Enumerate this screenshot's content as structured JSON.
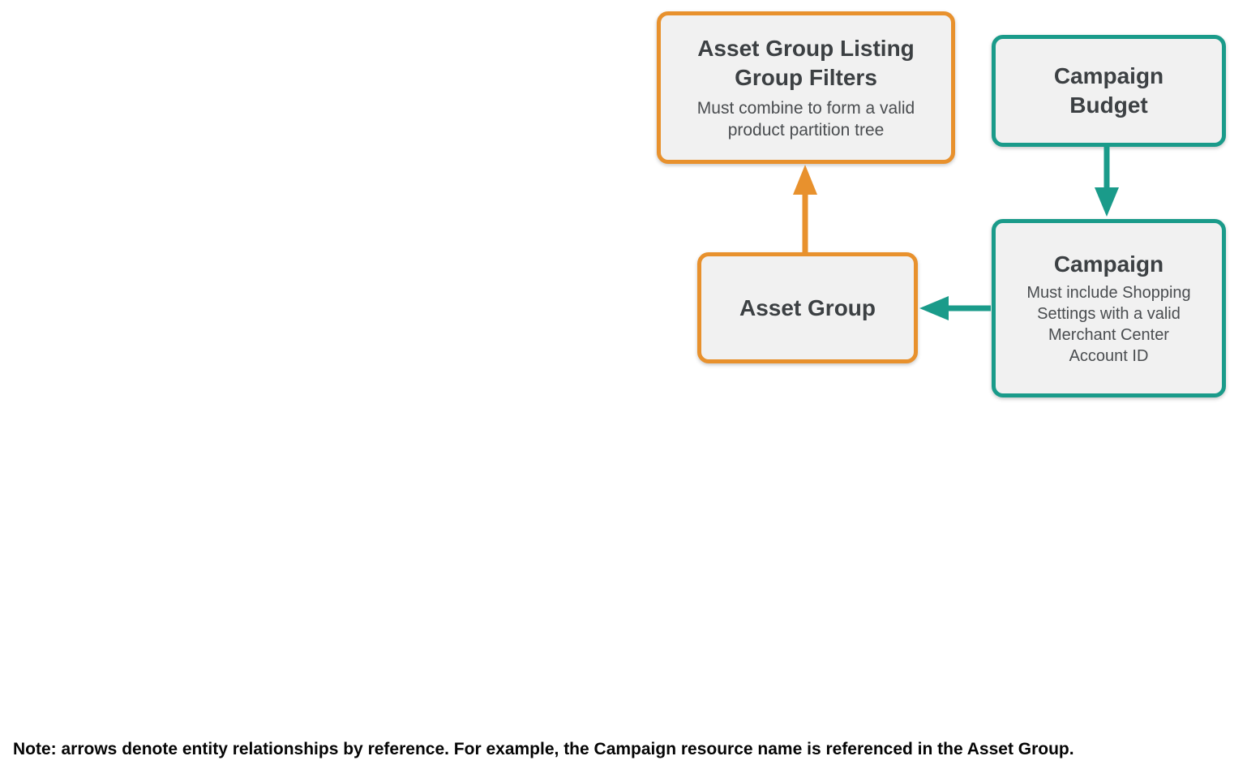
{
  "colors": {
    "orange": "#e8912d",
    "teal": "#1a9b8a",
    "box_fill": "#f1f1f1",
    "title_text": "#3c4043",
    "subtitle_text": "#4a4d50",
    "note_text": "#050505"
  },
  "diagram": {
    "nodes": {
      "listing_group_filters": {
        "title": "Asset Group Listing Group Filters",
        "subtitle": "Must combine to form a valid product partition tree",
        "accent": "orange"
      },
      "campaign_budget": {
        "title": "Campaign Budget",
        "accent": "teal"
      },
      "asset_group": {
        "title": "Asset Group",
        "accent": "orange"
      },
      "campaign": {
        "title": "Campaign",
        "subtitle": "Must include Shopping Settings with a valid Merchant Center Account ID",
        "accent": "teal"
      }
    },
    "edges": [
      {
        "from": "asset_group",
        "to": "listing_group_filters",
        "color": "#e8912d",
        "direction": "up"
      },
      {
        "from": "campaign_budget",
        "to": "campaign",
        "color": "#1a9b8a",
        "direction": "down"
      },
      {
        "from": "campaign",
        "to": "asset_group",
        "color": "#1a9b8a",
        "direction": "left"
      }
    ]
  },
  "note": "Note: arrows denote entity relationships by reference. For example, the Campaign resource name is referenced in the Asset Group."
}
